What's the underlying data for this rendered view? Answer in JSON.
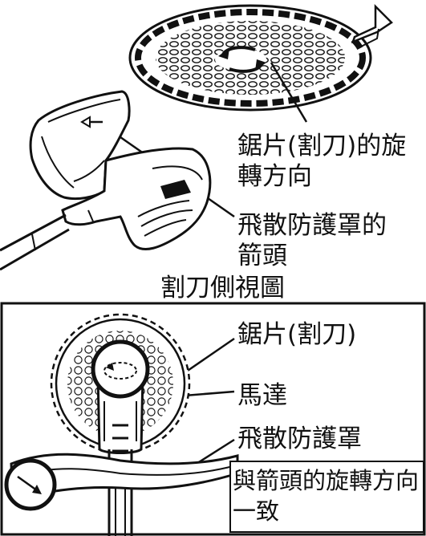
{
  "top": {
    "blade_rotation_label_1": "鋸片(割刀)的旋",
    "blade_rotation_label_2": "轉方向",
    "guard_arrow_label_1": "飛散防護罩的",
    "guard_arrow_label_2": "箭頭",
    "caption": "割刀側視圖"
  },
  "bottom": {
    "blade_label": "鋸片(割刀)",
    "motor_label": "馬達",
    "guard_label": "飛散防護罩",
    "note_line_1": "與箭頭的旋轉方向",
    "note_line_2": "一致"
  }
}
